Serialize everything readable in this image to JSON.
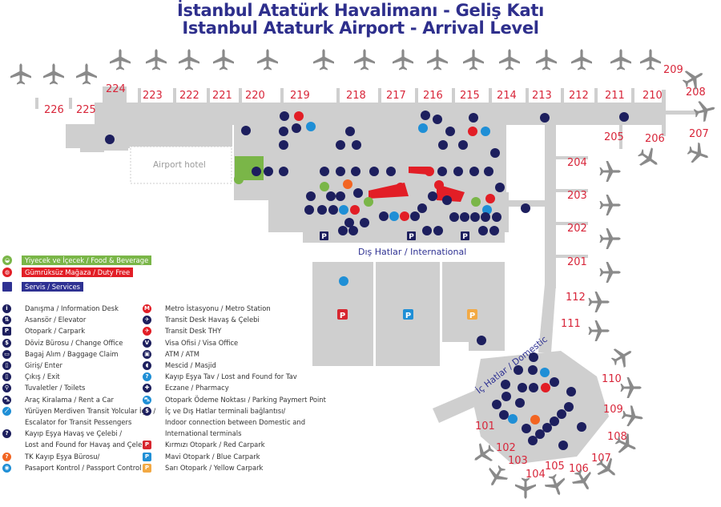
{
  "header": {
    "title_tr": "İstanbul Atatürk Havalimanı - Geliş Katı",
    "title_en": "Istanbul Ataturk Airport - Arrival Level"
  },
  "colors": {
    "title": "#2e2f8c",
    "gate_number": "#d8263a",
    "terminal_floor": "#cfcfcf",
    "aircraft": "#8a8a8a",
    "service_icon": "#1d1f5e",
    "food_beverage": "#7ab648",
    "duty_free": "#e21e26",
    "services": "#2e3192",
    "red_carpark": "#d7262f",
    "blue_carpark": "#1f8fd6",
    "yellow_carpark": "#f2a944"
  },
  "map": {
    "area_labels": {
      "airport_hotel": "Airport hotel",
      "international": "Dış Hatlar / International",
      "domestic": "İç Hatlar / Domestic"
    },
    "gates_north": [
      "226",
      "225",
      "224",
      "223",
      "222",
      "221",
      "220",
      "219",
      "218",
      "217",
      "216",
      "215",
      "214",
      "213",
      "212",
      "211",
      "210"
    ],
    "gates_east": [
      "209",
      "208",
      "207",
      "206",
      "205"
    ],
    "gates_pier": [
      "204",
      "203",
      "202",
      "201",
      "112",
      "111"
    ],
    "gates_domestic": [
      "110",
      "109",
      "108",
      "107",
      "106",
      "105",
      "104",
      "103",
      "102",
      "101"
    ],
    "carparks": [
      {
        "name": "red-carpark",
        "label": "P"
      },
      {
        "name": "blue-carpark",
        "label": "P"
      },
      {
        "name": "yellow-carpark",
        "label": "P"
      }
    ],
    "parking_letter": "P"
  },
  "legend": {
    "categories": [
      {
        "label": "Yiyecek ve İçecek / Food & Beverage",
        "icon": "food-icon"
      },
      {
        "label": "Gümrüksüz Mağaza / Duty Free",
        "icon": "duty-free-icon"
      },
      {
        "label": "Servis / Services",
        "icon": "services-icon"
      }
    ],
    "left_column": [
      {
        "icon": "info-icon",
        "glyph": "i",
        "label": "Danışma / Information Desk"
      },
      {
        "icon": "elevator-icon",
        "glyph": "⇅",
        "label": "Asansör / Elevator"
      },
      {
        "icon": "carpark-icon",
        "glyph": "P",
        "label": "Otopark / Carpark"
      },
      {
        "icon": "change-office-icon",
        "glyph": "$",
        "label": "Döviz Bürosu / Change Office"
      },
      {
        "icon": "baggage-claim-icon",
        "glyph": "▭",
        "label": "Bagaj Alım / Baggage Claim"
      },
      {
        "icon": "enter-icon",
        "glyph": "▯",
        "label": "Giriş/ Enter"
      },
      {
        "icon": "exit-icon",
        "glyph": "▯",
        "label": "Çıkış / Exit"
      },
      {
        "icon": "toilets-icon",
        "glyph": "⚲",
        "label": "Tuvaletler / Toilets"
      },
      {
        "icon": "rent-a-car-icon",
        "glyph": "⛍",
        "label": "Araç Kiralama / Rent a Car"
      },
      {
        "icon": "escalator-icon",
        "glyph": "⟋",
        "label": "Yürüyen Merdiven Transit Yolcular İçin /",
        "label2": "Escalator for Transit Pessengers"
      },
      {
        "icon": "lost-found-havas-icon",
        "glyph": "?",
        "label": "Kayıp Eşya Havaş ve Çelebi /",
        "label2": "Lost and Found for Havaş and Çelebi"
      },
      {
        "icon": "tk-lost-found-icon",
        "glyph": "?",
        "label": "TK Kayıp Eşya Bürosu/"
      },
      {
        "icon": "passport-control-icon",
        "glyph": "◉",
        "label": "Pasaport Kontrol / Passport Control"
      }
    ],
    "right_column": [
      {
        "icon": "metro-icon",
        "glyph": "M",
        "label": "Metro İstasyonu / Metro Station"
      },
      {
        "icon": "transit-desk-havas-icon",
        "glyph": "✈",
        "label": "Transit Desk Havaş & Çelebi"
      },
      {
        "icon": "transit-desk-thy-icon",
        "glyph": "✈",
        "label": "Transit Desk THY"
      },
      {
        "icon": "visa-office-icon",
        "glyph": "V",
        "label": "Visa Ofisi / Visa Office"
      },
      {
        "icon": "atm-icon",
        "glyph": "▣",
        "label": "ATM / ATM"
      },
      {
        "icon": "masjid-icon",
        "glyph": "◖",
        "label": "Mescid / Masjid"
      },
      {
        "icon": "lost-found-tav-icon",
        "glyph": "?",
        "label": "Kayıp Eşya Tav / Lost and Found for Tav"
      },
      {
        "icon": "pharmacy-icon",
        "glyph": "✚",
        "label": "Eczane / Pharmacy"
      },
      {
        "icon": "parking-payment-icon",
        "glyph": "⛍",
        "label": "Otopark Ödeme Noktası / Parking Paymert Point"
      },
      {
        "icon": "terminal-connection-icon",
        "glyph": "$",
        "label": "İç ve Dış Hatlar terminali bağlantısı/",
        "label2": "Indoor connection between Domestic and",
        "label3": "International terminals"
      },
      {
        "icon": "red-carpark-icon",
        "glyph": "P",
        "label": "Kırmızı Otopark / Red Carpark"
      },
      {
        "icon": "blue-carpark-icon",
        "glyph": "P",
        "label": "Mavi Otopark / Blue Carpark"
      },
      {
        "icon": "yellow-carpark-icon",
        "glyph": "P",
        "label": "Sarı Otopark / Yellow Carpark"
      }
    ]
  }
}
